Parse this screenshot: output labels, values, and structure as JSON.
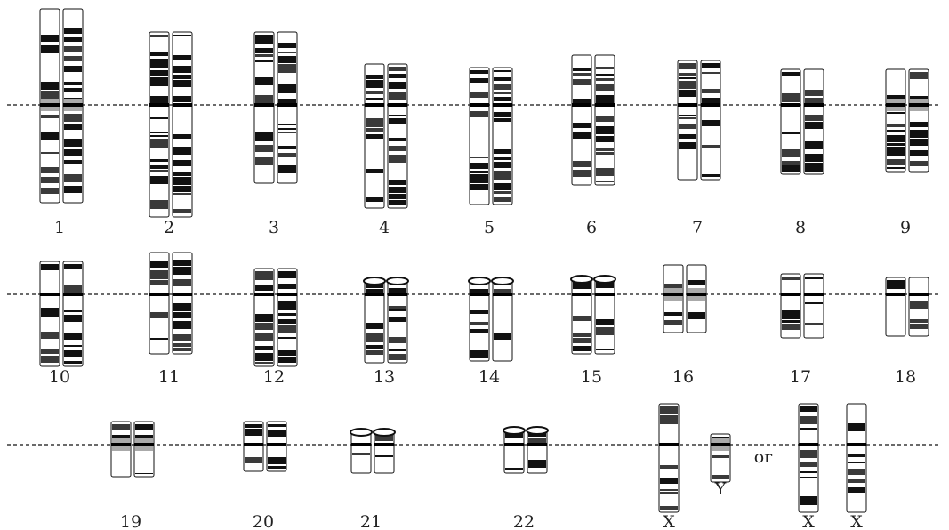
{
  "colors": {
    "ink": "#111111",
    "dark_band": "#3a3a3a",
    "gray_band": "#aaaaaa",
    "centromere": "#000000",
    "background": "#ffffff"
  },
  "connector": "or",
  "rows": [
    {
      "chromosomes": [
        {
          "id": "1",
          "labels": [
            "1"
          ]
        },
        {
          "id": "2",
          "labels": [
            "2"
          ]
        },
        {
          "id": "3",
          "labels": [
            "3"
          ]
        },
        {
          "id": "4",
          "labels": [
            "4"
          ]
        },
        {
          "id": "5",
          "labels": [
            "5"
          ]
        },
        {
          "id": "6",
          "labels": [
            "6"
          ]
        },
        {
          "id": "7",
          "labels": [
            "7"
          ]
        },
        {
          "id": "8",
          "labels": [
            "8"
          ]
        },
        {
          "id": "9",
          "labels": [
            "9"
          ]
        }
      ]
    },
    {
      "chromosomes": [
        {
          "id": "10",
          "labels": [
            "10"
          ]
        },
        {
          "id": "11",
          "labels": [
            "11"
          ]
        },
        {
          "id": "12",
          "labels": [
            "12"
          ]
        },
        {
          "id": "13",
          "labels": [
            "13"
          ]
        },
        {
          "id": "14",
          "labels": [
            "14"
          ]
        },
        {
          "id": "15",
          "labels": [
            "15"
          ]
        },
        {
          "id": "16",
          "labels": [
            "16"
          ]
        },
        {
          "id": "17",
          "labels": [
            "17"
          ]
        },
        {
          "id": "18",
          "labels": [
            "18"
          ]
        }
      ]
    },
    {
      "chromosomes": [
        {
          "id": "19",
          "labels": [
            "19"
          ]
        },
        {
          "id": "20",
          "labels": [
            "20"
          ]
        },
        {
          "id": "21",
          "labels": [
            "21"
          ]
        },
        {
          "id": "22",
          "labels": [
            "22"
          ]
        }
      ],
      "sex_male": {
        "labels": [
          "X",
          "Y"
        ]
      },
      "sex_female": {
        "labels": [
          "X",
          "X"
        ]
      }
    }
  ]
}
